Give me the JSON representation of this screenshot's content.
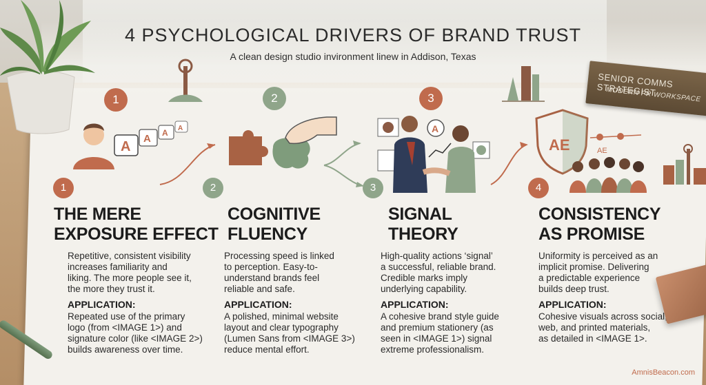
{
  "header": {
    "title": "4 PSYCHOLOGICAL DRIVERS OF BRAND TRUST",
    "subtitle": "A clean design studio invironment linew in Addison, Texas"
  },
  "sign": {
    "line1": "SENIOR COMMS STRATEGIST",
    "line2": "MODERN PR WORKSPACE"
  },
  "sections": [
    {
      "number": "1",
      "heading_line1": "THE MERE",
      "heading_line2": "EXPOSURE EFFECT",
      "body": [
        "Repetitive, consistent visibility",
        "increases familiarity and",
        "liking. The more people see it,",
        "the more they trust it."
      ],
      "application_label": "APPLICATION:",
      "application": [
        "Repeated use of the primary",
        "logo (from <IMAGE 1>) and",
        "signature color (like <IMAGE 2>)",
        "builds awareness over time."
      ]
    },
    {
      "number": "2",
      "heading_line1": "COGNITIVE",
      "heading_line2": "FLUENCY",
      "body": [
        "Processing speed is linked",
        "to perception. Easy-to-",
        "understand brands feel",
        "reliable and safe."
      ],
      "application_label": "APPLICATION:",
      "application": [
        "A polished, minimal website",
        "layout and clear typography",
        "(Lumen Sans from <IMAGE 3>)",
        "reduce mental effort."
      ]
    },
    {
      "number": "3",
      "heading_line1": "SIGNAL",
      "heading_line2": "THEORY",
      "body": [
        "High-quality actions ‘signal’",
        "a successful, reliable brand.",
        "Credible marks imply",
        "underlying capability."
      ],
      "application_label": "APPLICATION:",
      "application": [
        "A cohesive brand style guide",
        "and premium stationery (as",
        "seen in <IMAGE 1>) signal",
        "extreme professionalism."
      ]
    },
    {
      "number": "4",
      "heading_line1": "CONSISTENCY",
      "heading_line2": "AS PROMISE",
      "body": [
        "Uniformity is perceived as an",
        "implicit promise. Delivering",
        "a predictable experience",
        "builds deep trust."
      ],
      "application_label": "APPLICATION:",
      "application": [
        "Cohesive visuals across social,",
        "web, and printed materials,",
        "as detailed in <IMAGE 1>."
      ]
    }
  ],
  "logo_marks": {
    "monogram": "A",
    "monogram_ae": "AE"
  },
  "footer": {
    "credit": "AmnisBeacon.com"
  },
  "colors": {
    "terracotta": "#c06b4d",
    "sage": "#8fa58a",
    "ink": "#1c1c1c",
    "paper": "#f3f1ec"
  }
}
